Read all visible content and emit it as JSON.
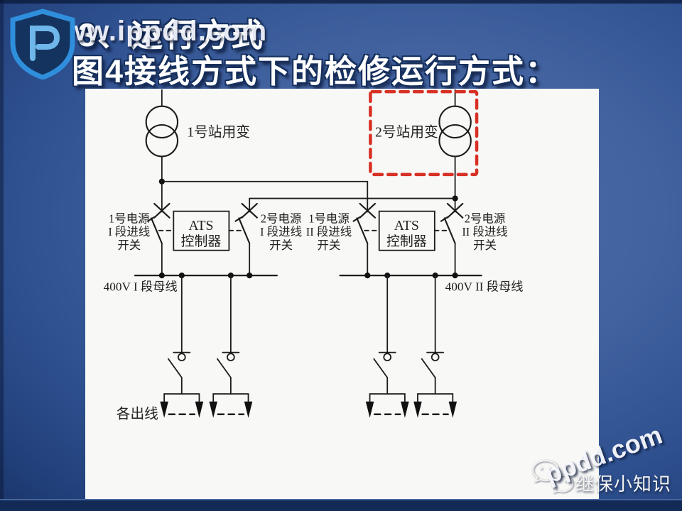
{
  "header": {
    "title": "3、运行方式",
    "subtitle": "图4接线方式下的检修运行方式：",
    "watermark": "www.ippdd.com"
  },
  "diagram": {
    "transformer1_label": "1号站用变",
    "transformer2_label": "2号站用变",
    "ats1": {
      "line1": "ATS",
      "line2": "控制器"
    },
    "ats2": {
      "line1": "ATS",
      "line2": "控制器"
    },
    "breaker1": {
      "line1": "1号电源",
      "line2": "I 段进线",
      "line3": "开关"
    },
    "breaker2": {
      "line1": "2号电源",
      "line2": "I 段进线",
      "line3": "开关"
    },
    "breaker3": {
      "line1": "1号电源",
      "line2": "II 段进线",
      "line3": "开关"
    },
    "breaker4": {
      "line1": "2号电源",
      "line2": "II 段进线",
      "line3": "开关"
    },
    "bus1_label": "400V I 段母线",
    "bus2_label": "400V II 段母线",
    "outgoing_label": "各出线"
  },
  "footer": {
    "brand": "继保小知识",
    "watermark": "ppdd.com"
  },
  "colors": {
    "slide_bg": "#3d5f9e",
    "paper_bg": "#f8f8f6",
    "line": "#1c1c1c",
    "highlight_red": "#d83025",
    "title_text": "#ffffff",
    "logo_blue": "#2f8fdc"
  }
}
